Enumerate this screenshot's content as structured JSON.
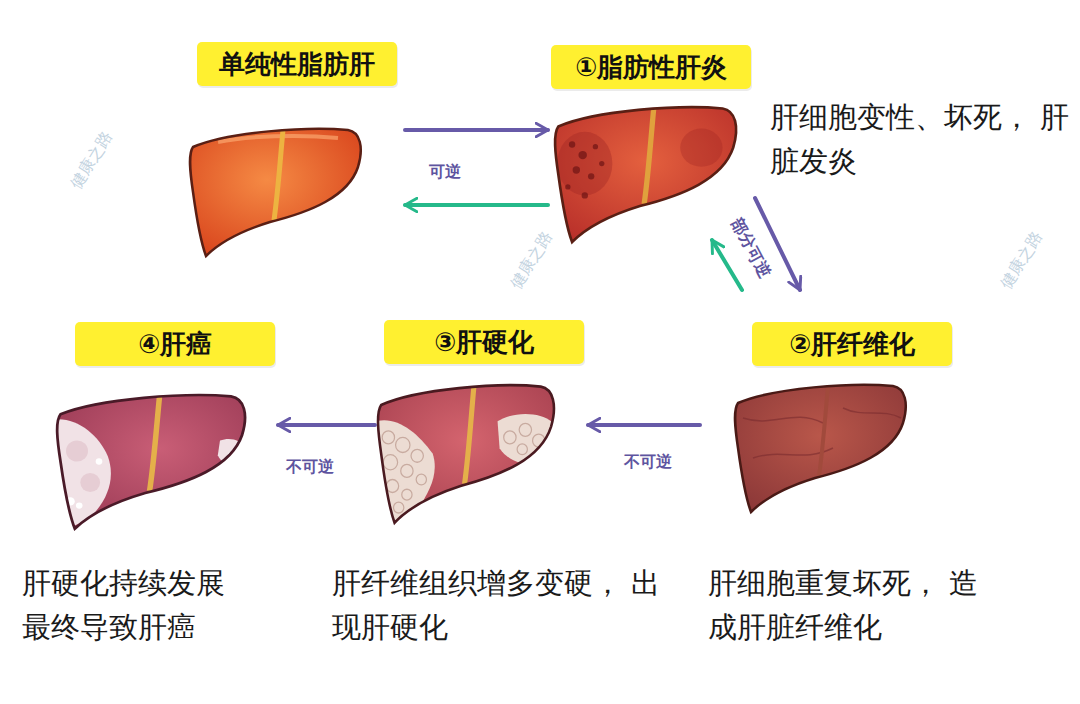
{
  "diagram": {
    "nodes": [
      {
        "text": [
          "单纯性脂肪肝"
        ]
      },
      {
        "text": [
          "①脂肪性肝炎"
        ]
      },
      {
        "text": [
          "②肝纤维化"
        ]
      },
      {
        "text": [
          "③肝硬化"
        ]
      },
      {
        "text": [
          "④肝癌"
        ]
      }
    ],
    "edges": [
      {
        "from": 0,
        "to": 1,
        "arrow": "to",
        "label": "可逆"
      },
      {
        "from": 1,
        "to": 0,
        "arrow": "to"
      },
      {
        "from": 1,
        "to": 2,
        "arrow": "to",
        "label": "部分可逆"
      },
      {
        "from": 2,
        "to": 1,
        "arrow": "to"
      },
      {
        "from": 2,
        "to": 3,
        "arrow": "to",
        "label": "不可逆"
      },
      {
        "from": 3,
        "to": 4,
        "arrow": "to",
        "label": "不可逆"
      }
    ],
    "labels": [
      "肝细胞变性、坏死， 肝脏发炎",
      "肝硬化持续发展 最终导致肝癌",
      "肝纤维组织增多变硬， 出现肝硬化",
      "肝细胞重复坏死， 造成肝脏纤维化",
      "健康之路",
      "健康之路",
      "健康之路"
    ]
  }
}
